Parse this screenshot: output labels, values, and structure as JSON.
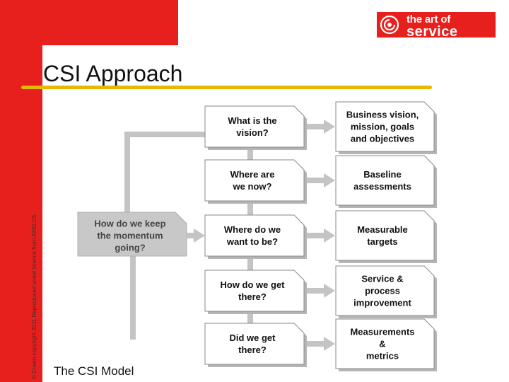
{
  "header": {
    "logo": {
      "line1": "the art of",
      "line2": "service"
    },
    "copyright": "© Crown copyright 2011 Reproduced under licence from AXELOS"
  },
  "slide": {
    "title": "CSI Approach",
    "caption": "The CSI Model"
  },
  "diagram": {
    "questions": [
      {
        "lines": [
          "What is the",
          "vision?"
        ]
      },
      {
        "lines": [
          "Where are",
          "we now?"
        ]
      },
      {
        "lines": [
          "Where do we",
          "want to be?"
        ]
      },
      {
        "lines": [
          "How do we get",
          "there?"
        ]
      },
      {
        "lines": [
          "Did we get",
          "there?"
        ]
      }
    ],
    "answers": [
      {
        "lines": [
          "Business vision,",
          "mission, goals",
          "and objectives"
        ]
      },
      {
        "lines": [
          "Baseline",
          "assessments"
        ]
      },
      {
        "lines": [
          "Measurable",
          "targets"
        ]
      },
      {
        "lines": [
          "Service &",
          "process",
          "improvement"
        ]
      },
      {
        "lines": [
          "Measurements",
          "&",
          "metrics"
        ]
      }
    ],
    "momentum": {
      "lines": [
        "How do we keep",
        "the momentum",
        "going?"
      ]
    }
  },
  "colors": {
    "accent_red": "#e8201d",
    "title_rule": "#e7b800",
    "box_fill": "#ffffff",
    "box_border": "#8a8a8a",
    "side_box_fill": "#c8c8c8",
    "arrow": "#c4c4c4"
  }
}
